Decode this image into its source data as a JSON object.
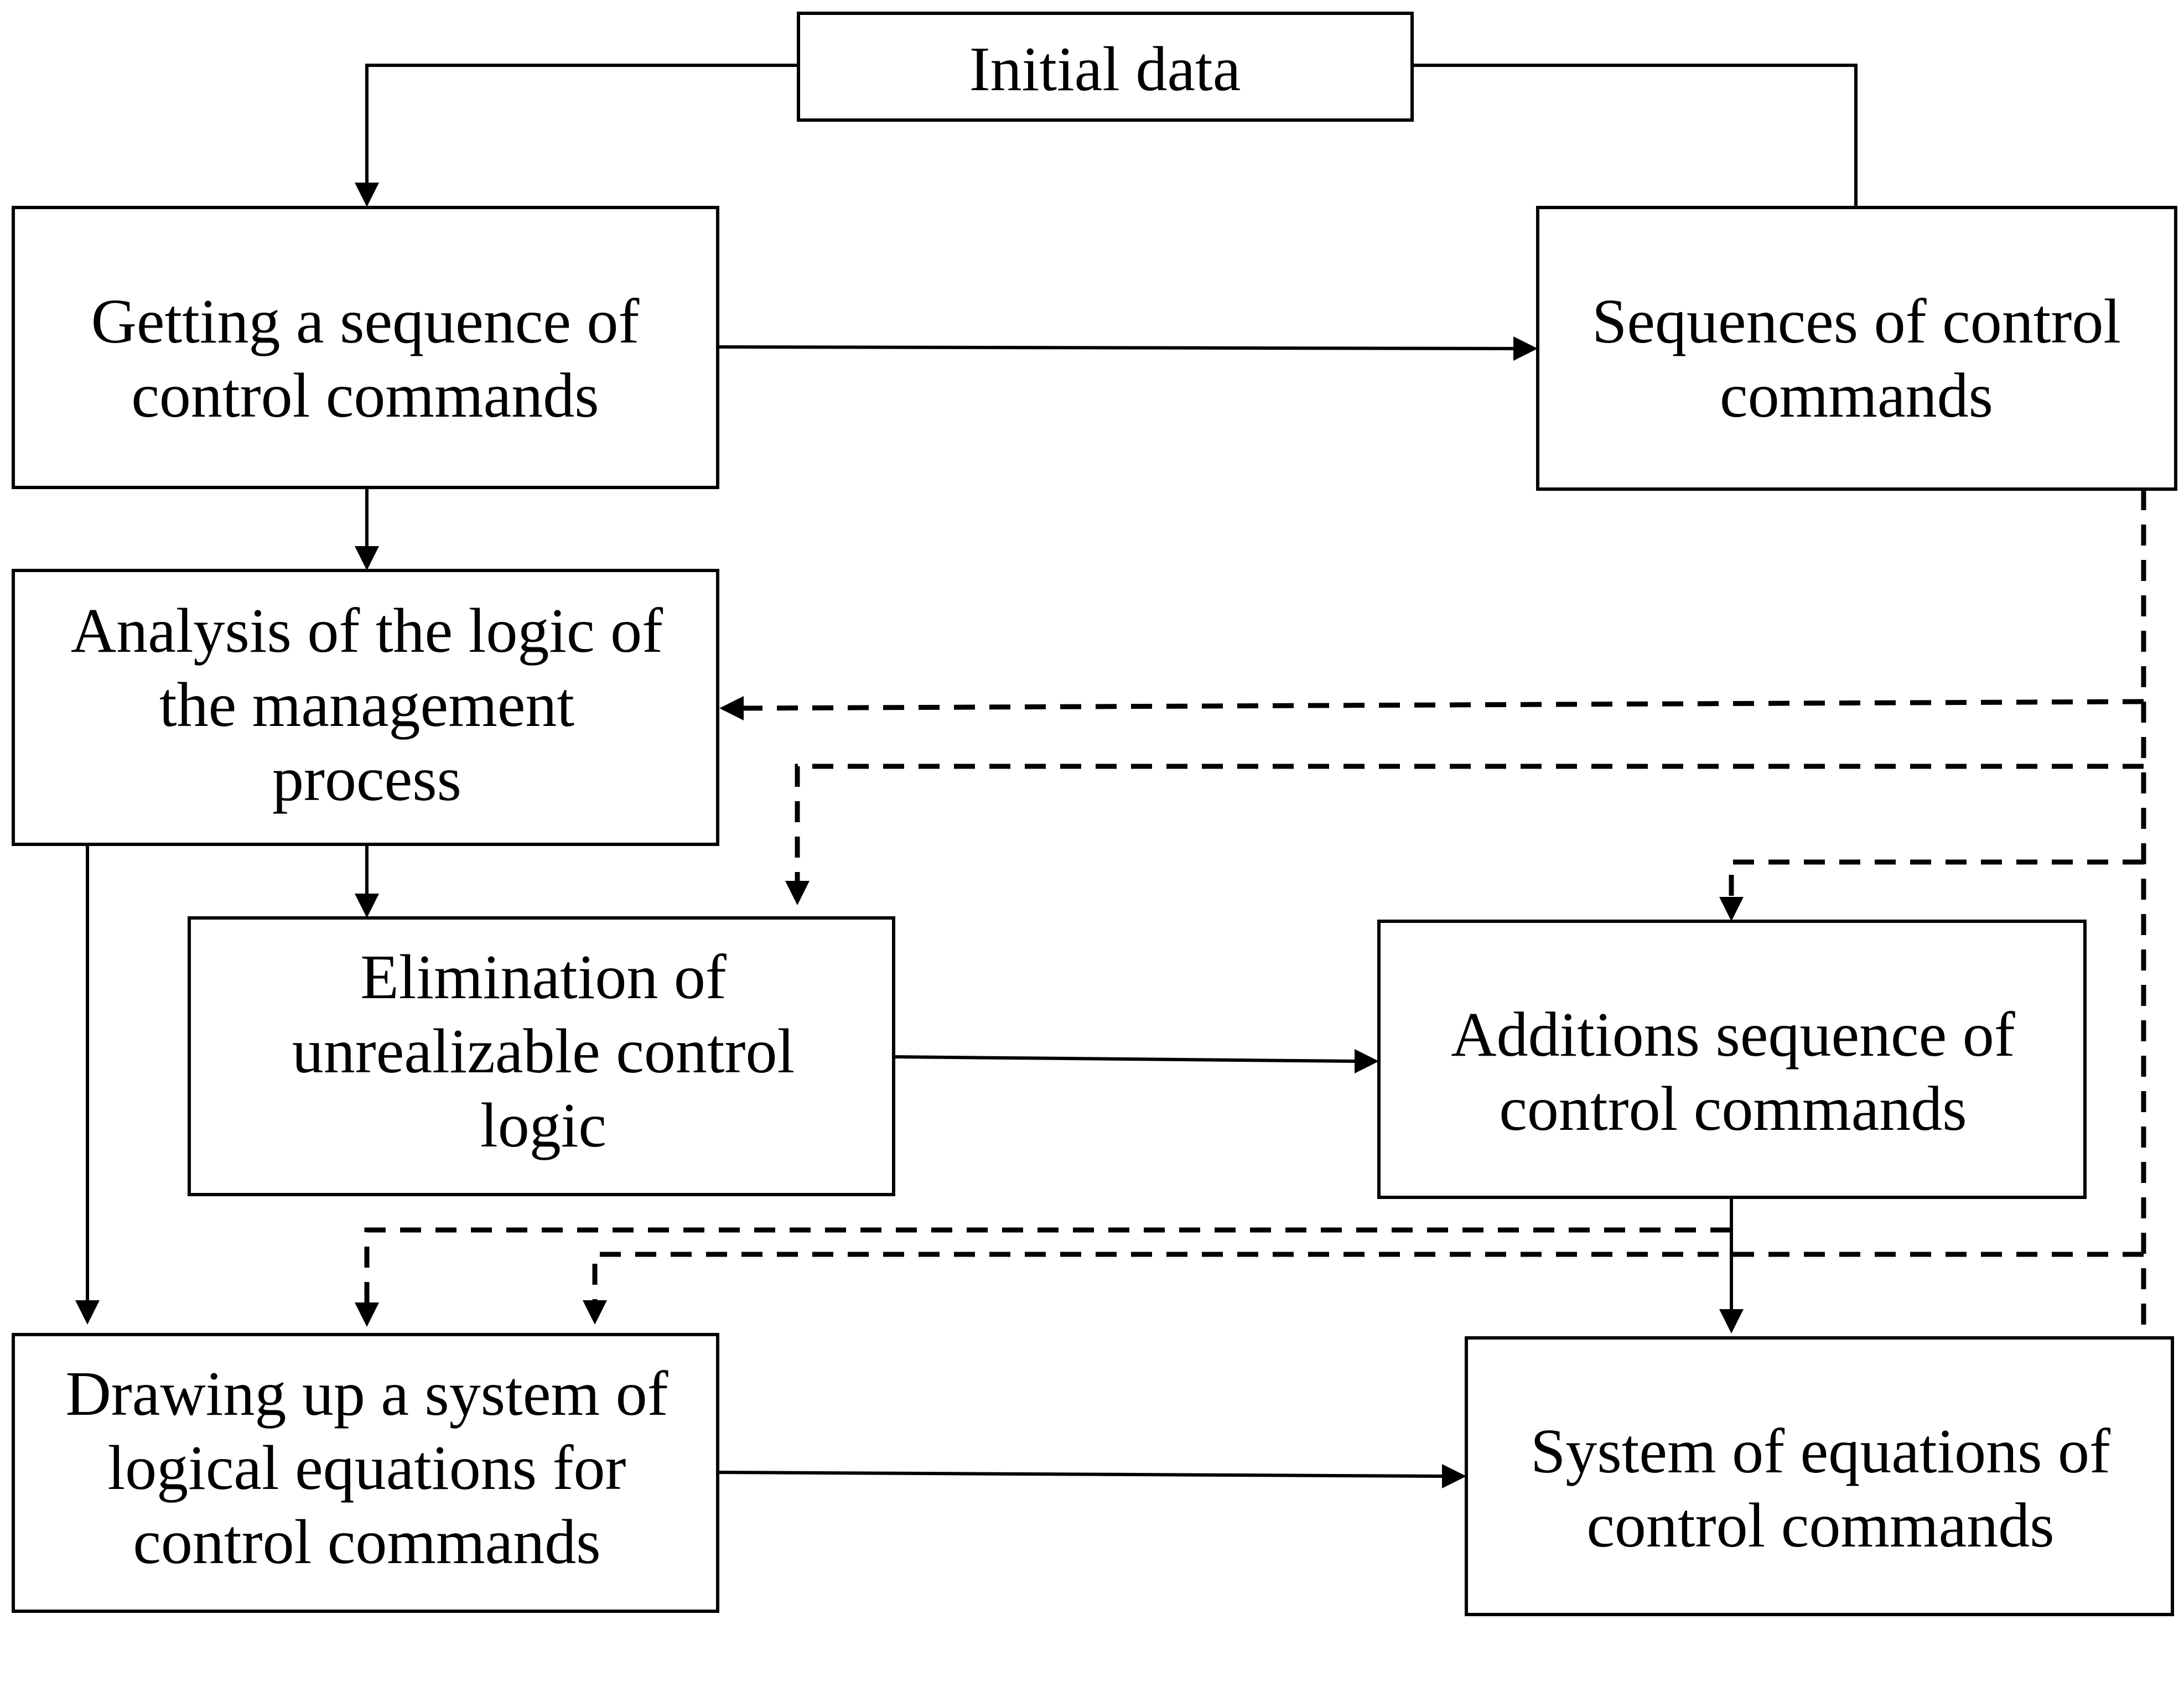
{
  "nodes": {
    "initial_data": [
      "Initial data"
    ],
    "getting_sequence": [
      "Getting a sequence of",
      "control commands"
    ],
    "sequences_of_commands": [
      "Sequences of control",
      "commands"
    ],
    "analysis_logic": [
      "Analysis of the logic of",
      "the management",
      "process"
    ],
    "elimination": [
      "Elimination of",
      "unrealizable control",
      "logic"
    ],
    "additions_sequence": [
      "Additions sequence of",
      "control commands"
    ],
    "drawing_system": [
      "Drawing up a system of",
      "logical equations for",
      "control commands"
    ],
    "system_of_equations": [
      "System of equations of",
      "control commands"
    ]
  }
}
